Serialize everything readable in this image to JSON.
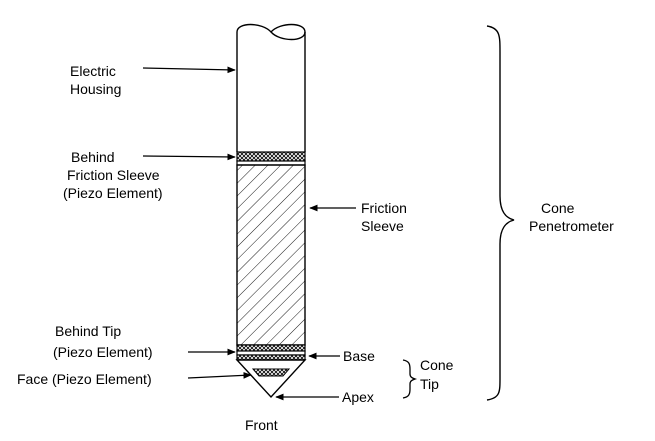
{
  "labels": {
    "electric_housing": [
      "Electric",
      "Housing"
    ],
    "behind_friction_sleeve": [
      "Behind",
      "Friction Sleeve",
      "(Piezo Element)"
    ],
    "friction_sleeve": [
      "Friction",
      "Sleeve"
    ],
    "cone_penetrometer": [
      "Cone",
      "Penetrometer"
    ],
    "behind_tip": [
      "Behind Tip",
      "(Piezo Element)"
    ],
    "face": "Face (Piezo Element)",
    "base": "Base",
    "cone_tip": [
      "Cone",
      "Tip"
    ],
    "apex": "Apex",
    "front": "Front"
  }
}
